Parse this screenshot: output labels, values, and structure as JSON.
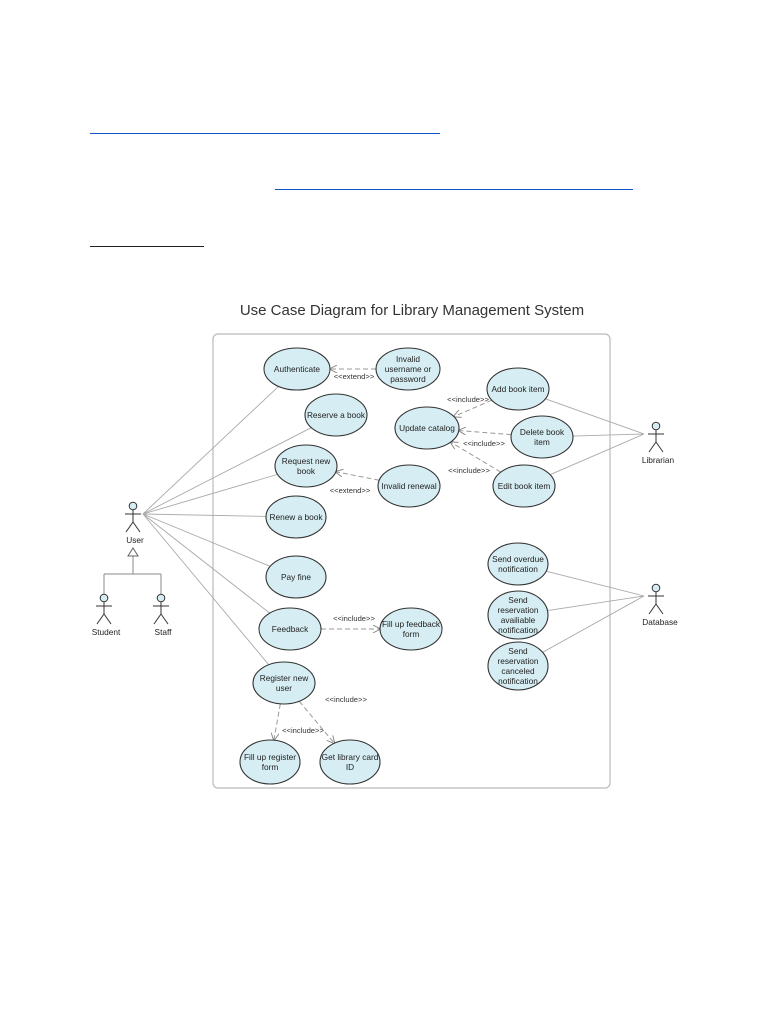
{
  "title": "Use Case Diagram for Library Management System",
  "colors": {
    "usecase_fill": "#d6eef3",
    "usecase_stroke": "#333333",
    "actor_head": "#d6eef3",
    "link_underline": "#1155cc",
    "association_line": "#aaaaaa",
    "dependency_line": "#999999",
    "boundary": "#bbbbbb"
  },
  "actors": [
    {
      "id": "user",
      "label": "User"
    },
    {
      "id": "student",
      "label": "Student"
    },
    {
      "id": "staff",
      "label": "Staff"
    },
    {
      "id": "librarian",
      "label": "Librarian"
    },
    {
      "id": "database",
      "label": "Database"
    }
  ],
  "use_cases": [
    {
      "id": "authenticate",
      "lines": [
        "Authenticate"
      ]
    },
    {
      "id": "invalid-username",
      "lines": [
        "Invalid",
        "username or",
        "password"
      ]
    },
    {
      "id": "reserve-book",
      "lines": [
        "Reserve a book"
      ]
    },
    {
      "id": "request-book",
      "lines": [
        "Request new",
        "book"
      ]
    },
    {
      "id": "invalid-renewal",
      "lines": [
        "Invalid renewal"
      ]
    },
    {
      "id": "renew-book",
      "lines": [
        "Renew a book"
      ]
    },
    {
      "id": "pay-fine",
      "lines": [
        "Pay fine"
      ]
    },
    {
      "id": "feedback",
      "lines": [
        "Feedback"
      ]
    },
    {
      "id": "fill-feedback",
      "lines": [
        "Fill up feedback",
        "form"
      ]
    },
    {
      "id": "register-user",
      "lines": [
        "Register new",
        "user"
      ]
    },
    {
      "id": "fill-register",
      "lines": [
        "Fill up register",
        "form"
      ]
    },
    {
      "id": "get-card",
      "lines": [
        "Get library card",
        "ID"
      ]
    },
    {
      "id": "update-catalog",
      "lines": [
        "Update catalog"
      ]
    },
    {
      "id": "add-book",
      "lines": [
        "Add book item"
      ]
    },
    {
      "id": "delete-book",
      "lines": [
        "Delete book",
        "item"
      ]
    },
    {
      "id": "edit-book",
      "lines": [
        "Edit book item"
      ]
    },
    {
      "id": "overdue",
      "lines": [
        "Send overdue",
        "notification"
      ]
    },
    {
      "id": "res-available",
      "lines": [
        "Send",
        "reservation",
        "availiable",
        "notification"
      ]
    },
    {
      "id": "res-canceled",
      "lines": [
        "Send",
        "reservation",
        "canceled",
        "notification"
      ]
    }
  ],
  "associations": [
    {
      "actor": "user",
      "target": "authenticate"
    },
    {
      "actor": "user",
      "target": "reserve-book"
    },
    {
      "actor": "user",
      "target": "request-book"
    },
    {
      "actor": "user",
      "target": "renew-book"
    },
    {
      "actor": "user",
      "target": "pay-fine"
    },
    {
      "actor": "user",
      "target": "feedback"
    },
    {
      "actor": "user",
      "target": "register-user"
    },
    {
      "actor": "librarian",
      "target": "add-book"
    },
    {
      "actor": "librarian",
      "target": "delete-book"
    },
    {
      "actor": "librarian",
      "target": "edit-book"
    },
    {
      "actor": "database",
      "target": "overdue"
    },
    {
      "actor": "database",
      "target": "res-available"
    },
    {
      "actor": "database",
      "target": "res-canceled"
    }
  ],
  "dependencies": [
    {
      "from": "invalid-username",
      "to": "authenticate",
      "label": "<<extend>>"
    },
    {
      "from": "invalid-renewal",
      "to": "request-book",
      "label": "<<extend>>"
    },
    {
      "from": "feedback",
      "to": "fill-feedback",
      "label": "<<include>>"
    },
    {
      "from": "register-user",
      "to": "fill-register",
      "label": "<<include>>"
    },
    {
      "from": "register-user",
      "to": "get-card",
      "label": "<<include>>"
    },
    {
      "from": "add-book",
      "to": "update-catalog",
      "label": "<<include>>"
    },
    {
      "from": "delete-book",
      "to": "update-catalog",
      "label": "<<include>>"
    },
    {
      "from": "edit-book",
      "to": "update-catalog",
      "label": "<<include>>"
    }
  ],
  "generalizations": [
    {
      "child": "student",
      "parent": "user"
    },
    {
      "child": "staff",
      "parent": "user"
    }
  ]
}
